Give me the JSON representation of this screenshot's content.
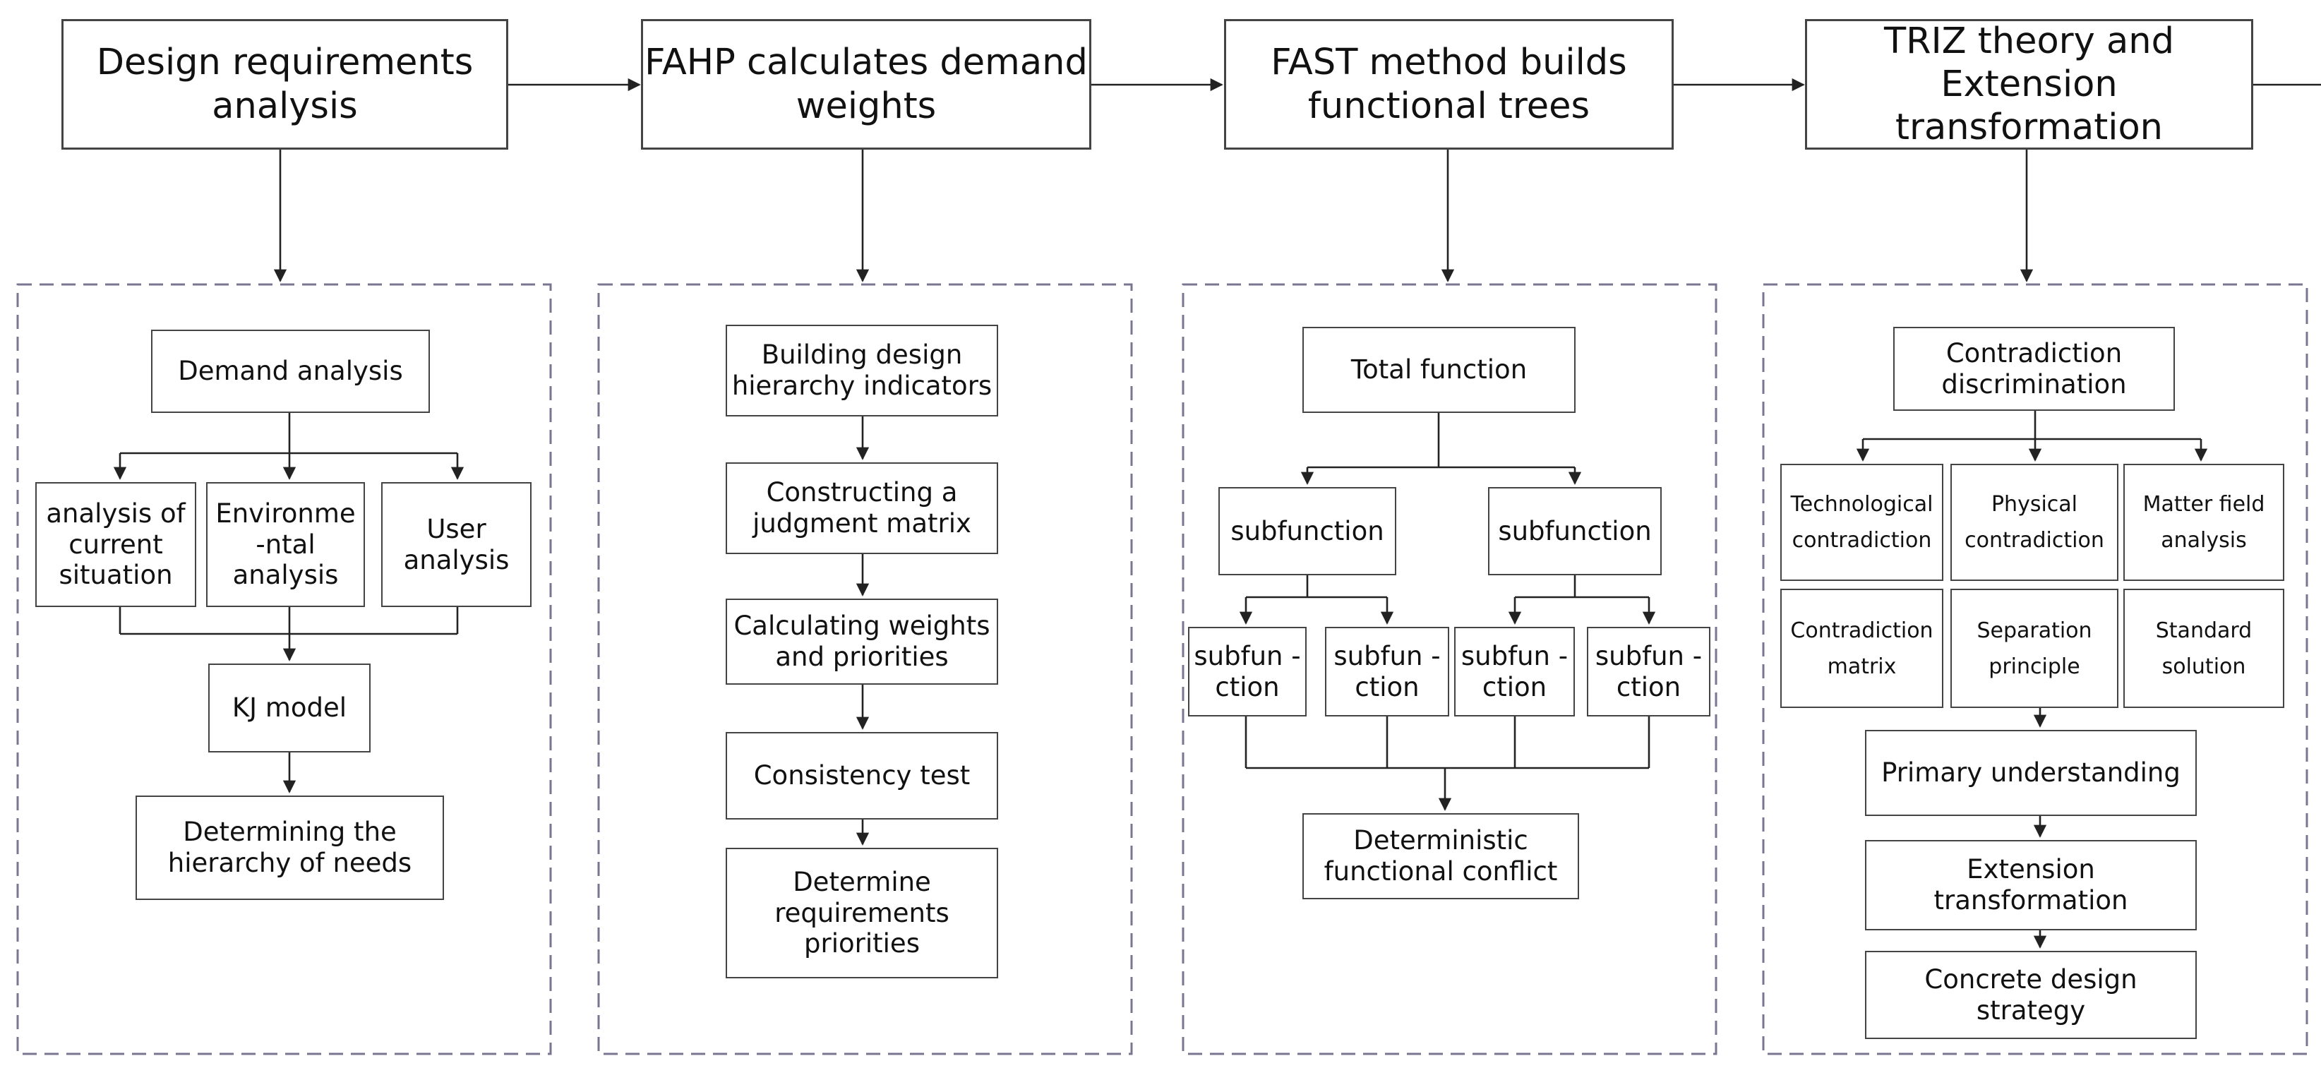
{
  "colors": {
    "line": "#222222",
    "box_border": "#444444",
    "dashed_border": "#7a7591"
  },
  "header": {
    "step1": "Design requirements analysis",
    "step2": "FAHP calculates demand weights",
    "step3": "FAST method builds functional trees",
    "step4": "TRIZ theory and Extension transformation"
  },
  "panel1": {
    "demand_analysis": "Demand analysis",
    "current_situation": "analysis of current situation",
    "environmental": "Environme -ntal analysis",
    "user_analysis": "User analysis",
    "kj_model": "KJ model",
    "hierarchy": "Determining the hierarchy of needs"
  },
  "panel2": {
    "building": "Building design hierarchy indicators",
    "judgment": "Constructing a judgment matrix",
    "weights": "Calculating weights and priorities",
    "consistency": "Consistency test",
    "priorities": "Determine requirements priorities"
  },
  "panel3": {
    "total": "Total function",
    "subfunction_left": "subfunction",
    "subfunction_right": "subfunction",
    "leaf1": "subfun -ction",
    "leaf2": "subfun -ction",
    "leaf3": "subfun -ction",
    "leaf4": "subfun -ction",
    "conflict": "Deterministic functional conflict"
  },
  "panel4": {
    "contradiction": "Contradiction discrimination",
    "technological": "Technological contradiction",
    "physical": "Physical contradiction",
    "matter_field": "Matter field analysis",
    "matrix": "Contradiction matrix",
    "separation": "Separation principle",
    "standard": "Standard solution",
    "primary": "Primary understanding",
    "extension": "Extension transformation",
    "strategy": "Concrete design strategy"
  }
}
